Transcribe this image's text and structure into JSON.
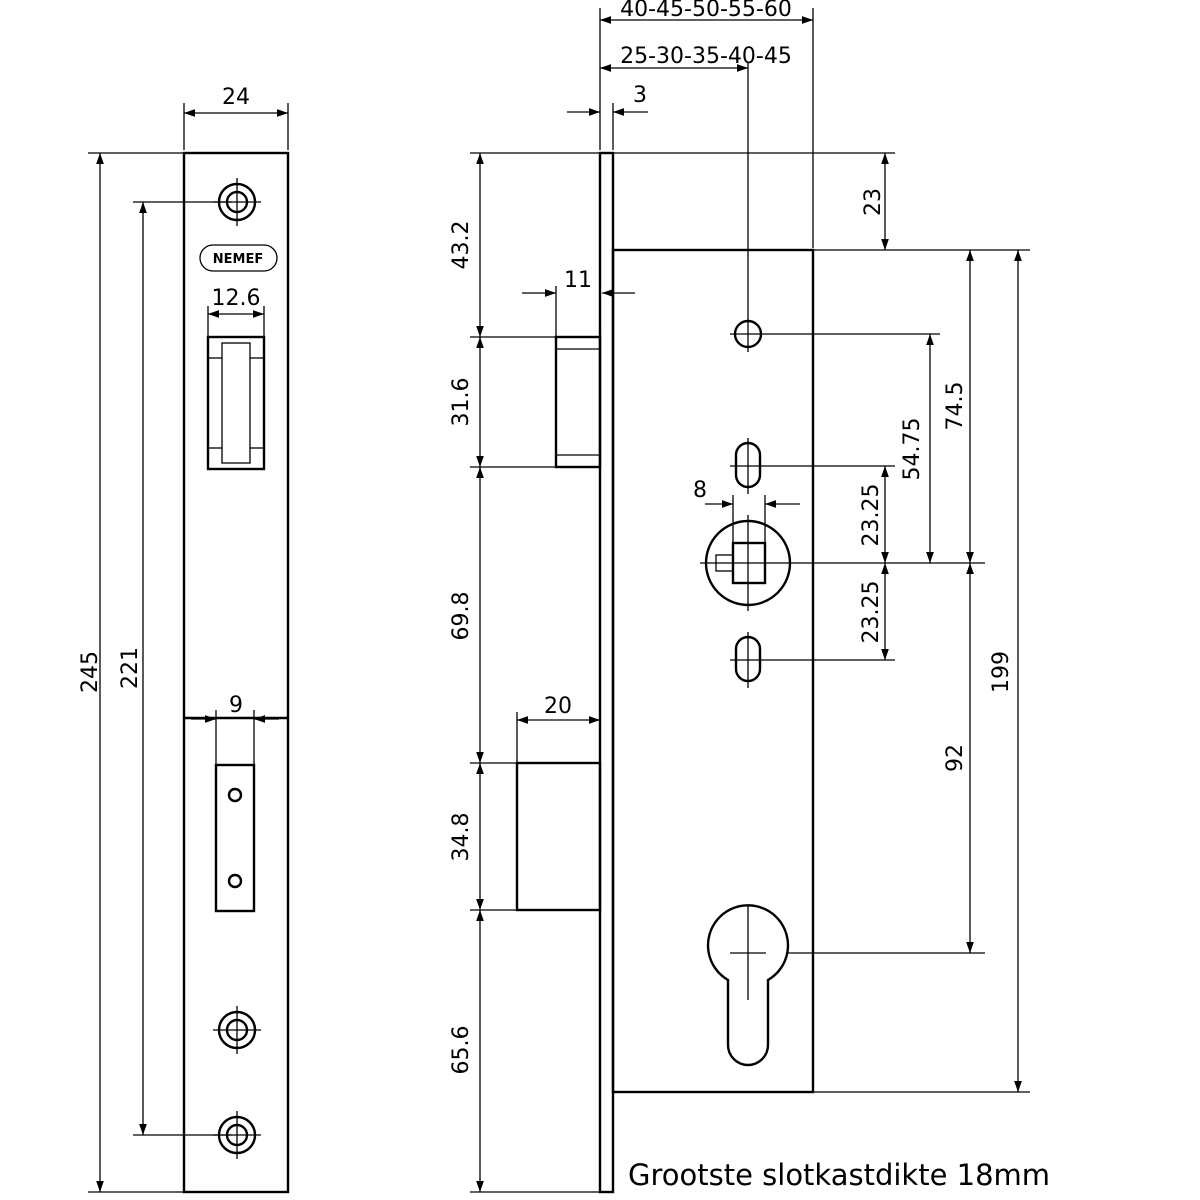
{
  "brand": "NEMEF",
  "caption": "Grootste slotkastdikte 18mm",
  "dimensions": {
    "faceplate_width": "24",
    "faceplate_length": "245",
    "screw_spacing": "221",
    "latch_hole_width": "12.6",
    "bolt_hole_width": "9",
    "backset_max": "40-45-50-55-60",
    "backset_follower": "25-30-35-40-45",
    "faceplate_thickness": "3",
    "latch_projection": "11",
    "bolt_projection": "20",
    "top_to_case": "23",
    "top_to_latch": "43.2",
    "latch_height": "31.6",
    "latch_to_bolt": "69.8",
    "bolt_height": "34.8",
    "bolt_to_bottom": "65.6",
    "follower_square": "8",
    "follower_to_top_hole": "54.75",
    "case_top_to_follower": "74.5",
    "follower_to_upper_hole": "23.25",
    "follower_to_lower_hole": "23.25",
    "follower_to_cylinder": "92",
    "case_height": "199"
  }
}
